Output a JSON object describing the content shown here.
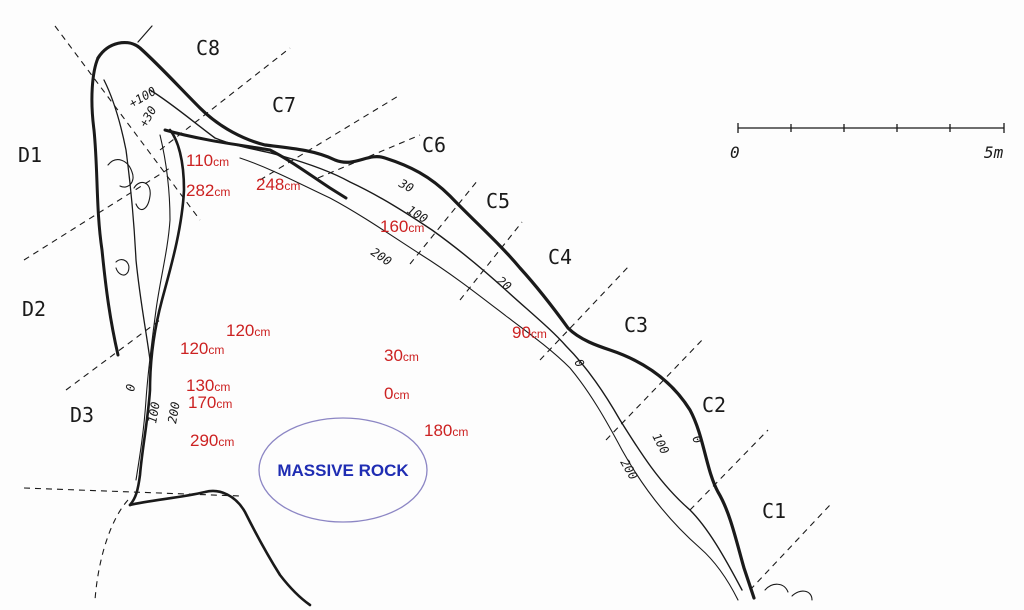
{
  "sections": {
    "c1": "C1",
    "c2": "C2",
    "c3": "C3",
    "c4": "C4",
    "c5": "C5",
    "c6": "C6",
    "c7": "C7",
    "c8": "C8",
    "d1": "D1",
    "d2": "D2",
    "d3": "D3"
  },
  "contours": {
    "c6_30": "30",
    "c5_100": "100",
    "c5_200": "200",
    "c4_20": "20",
    "c3_0": "0",
    "c2_100": "100",
    "c2_0": "0",
    "c2_200": "200",
    "top_100": "+100",
    "top_30": "+30",
    "d3_0": "0",
    "d3_100": "100",
    "d3_200": "200"
  },
  "scale_bar": {
    "start": "0",
    "end": "5m"
  },
  "depths": {
    "d01": {
      "value": "110",
      "unit": "cm"
    },
    "d02": {
      "value": "282",
      "unit": "cm"
    },
    "d03": {
      "value": "248",
      "unit": "cm"
    },
    "d04": {
      "value": "160",
      "unit": "cm"
    },
    "d05": {
      "value": "90",
      "unit": "cm"
    },
    "d06": {
      "value": "120",
      "unit": "cm"
    },
    "d07": {
      "value": "120",
      "unit": "cm"
    },
    "d08": {
      "value": "30",
      "unit": "cm"
    },
    "d09": {
      "value": "130",
      "unit": "cm"
    },
    "d10": {
      "value": "170",
      "unit": "cm"
    },
    "d11": {
      "value": "0",
      "unit": "cm"
    },
    "d12": {
      "value": "180",
      "unit": "cm"
    },
    "d13": {
      "value": "290",
      "unit": "cm"
    }
  },
  "massive_rock_label": "MASSIVE ROCK",
  "colors": {
    "ink": "#1a1a1a",
    "depth_label": "#cc2222",
    "rock_label": "#1f2db3",
    "rock_outline": "#8c86c4"
  }
}
